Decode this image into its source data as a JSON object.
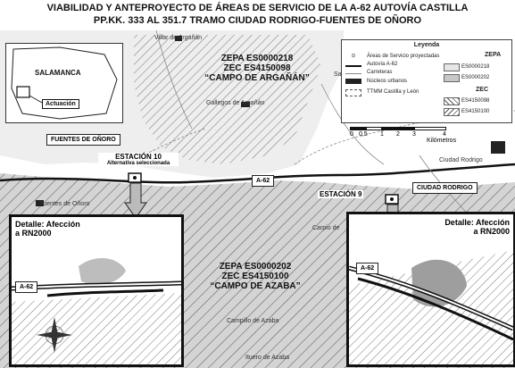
{
  "title": {
    "line1": "VIABILIDAD Y ANTEPROYECTO DE ÁREAS DE SERVICIO DE LA A-62 AUTOVÍA CASTILLA",
    "line2": "PP.KK. 333 AL 351.7 TRAMO CIUDAD RODRIGO-FUENTES DE OÑORO"
  },
  "inset": {
    "province": "SALAMANCA",
    "area": "Actuación"
  },
  "places": {
    "villar": "Villar de Argañán",
    "gallegos": "Gallegos de Argañán",
    "saelices": "Saeli",
    "ciudad_rodrigo": "Ciudad Rodrigo",
    "fuentes": "Fuentes de Oñoro",
    "carpio": "Carpio de",
    "campillo": "Campillo de Azaba",
    "itueros": "Ituero de Azaba"
  },
  "zones": {
    "north": [
      "ZEPA ES0000218",
      "ZEC ES4150098",
      "“CAMPO DE ARGAÑÁN”"
    ],
    "south": [
      "ZEPA ES0000202",
      "ZEC ES4150100",
      "“CAMPO DE AZABA”"
    ]
  },
  "boxes": {
    "fuentes": "FUENTES DE OÑORO",
    "ciudad": "CIUDAD RODRIGO",
    "road_main": "A-62",
    "road_left": "A-62",
    "road_right": "A-62"
  },
  "stations": {
    "s10": "ESTACIÓN 10",
    "s10_sub": "Alternativa seleccionada",
    "s9": "ESTACIÓN 9"
  },
  "details": {
    "left_title": [
      "Detalle: Afección",
      "a RN2000"
    ],
    "right_title": [
      "Detalle: Afección",
      "a RN2000"
    ]
  },
  "legend": {
    "title": "Leyenda",
    "items": [
      "Áreas de Servicio proyectadas",
      "Autovía A-62",
      "Carreteras",
      "Núcleos urbanos",
      "TTMM Castilla y León"
    ],
    "zepa_head": "ZEPA",
    "zepa": [
      "ES0000218",
      "ES0000202"
    ],
    "zec_head": "ZEC",
    "zec": [
      "ES4150098",
      "ES4150100"
    ]
  },
  "scale": {
    "ticks": [
      "0",
      "0,5",
      "1",
      "2",
      "3",
      "4"
    ],
    "unit": "Kilómetros"
  },
  "colors": {
    "zepa_218": "#e6e6e6",
    "zepa_202": "#c7c7c7",
    "urban": "#222222",
    "hatch": "#555555"
  }
}
